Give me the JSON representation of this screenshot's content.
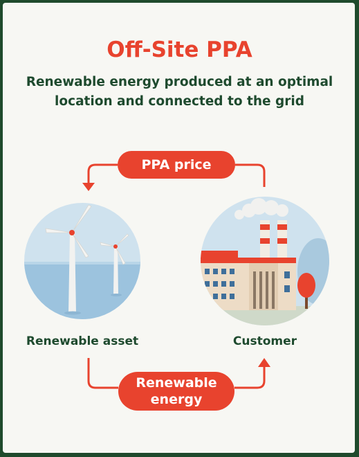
{
  "title": "Off-Site PPA",
  "subtitle": "Renewable energy produced at an optimal location and connected to the grid",
  "pill_top": "PPA price",
  "pill_bottom": "Renewable energy",
  "left_label": "Renewable asset",
  "right_label": "Customer",
  "colors": {
    "accent": "#e8432e",
    "text_dark": "#1e4a2e",
    "frame": "#1f4a2c",
    "background": "#f7f7f3"
  }
}
